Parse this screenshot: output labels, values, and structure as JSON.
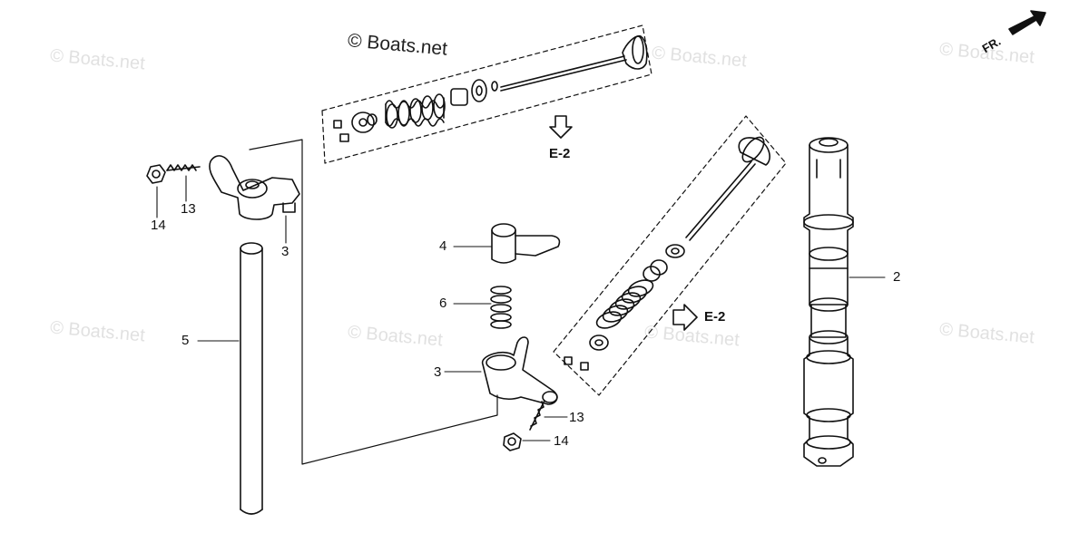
{
  "watermarks": {
    "main": "© Boats.net",
    "faint": "© Boats.net"
  },
  "direction": {
    "label": "FR.",
    "icon": "arrow-right-icon"
  },
  "references": {
    "top": "E-2",
    "right": "E-2"
  },
  "callouts": {
    "left_nut": "14",
    "left_screw": "13",
    "left_arm": "3",
    "shaft": "5",
    "arm_upper": "4",
    "spring": "6",
    "arm_lower": "3",
    "screw_lower": "13",
    "nut_lower": "14",
    "camshaft": "2"
  },
  "colors": {
    "line": "#111111",
    "watermark": "#e1e1e1",
    "background": "#ffffff"
  }
}
